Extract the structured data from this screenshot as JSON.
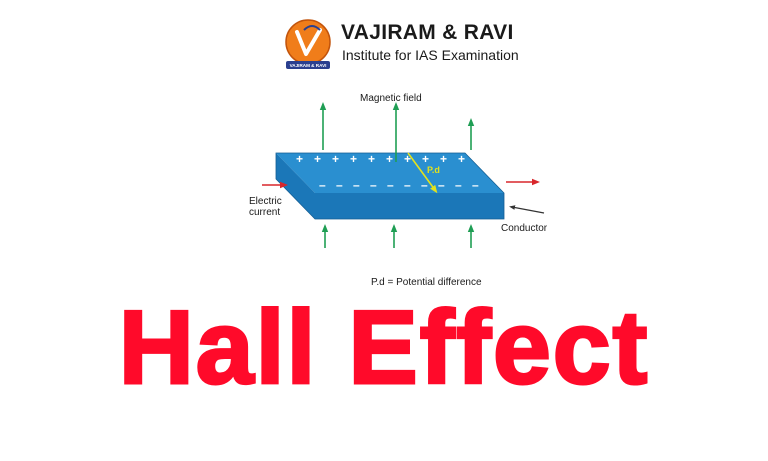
{
  "brand": {
    "name": "VAJIRAM & RAVI",
    "tagline": "Institute for IAS Examination",
    "logo_text": "VAJIRAM & RAVI",
    "colors": {
      "logo_orange": "#f07d1a",
      "logo_blue": "#2a3f8f"
    }
  },
  "diagram": {
    "labels": {
      "magnetic_field": "Magnetic field",
      "electric_current_line1": "Electric",
      "electric_current_line2": "current",
      "conductor": "Conductor",
      "pd": "P.d",
      "legend": "P.d = Potential difference"
    },
    "charges": {
      "positive_symbol": "+",
      "negative_symbol": "–"
    },
    "colors": {
      "slab_top": "#2a8fd0",
      "slab_side": "#1b77b8",
      "field_arrow": "#1f9e54",
      "current_arrow": "#d8262b",
      "pd_arrow": "#e3e21c"
    }
  },
  "heading": {
    "title": "Hall Effect",
    "color": "#ff0a2a"
  }
}
